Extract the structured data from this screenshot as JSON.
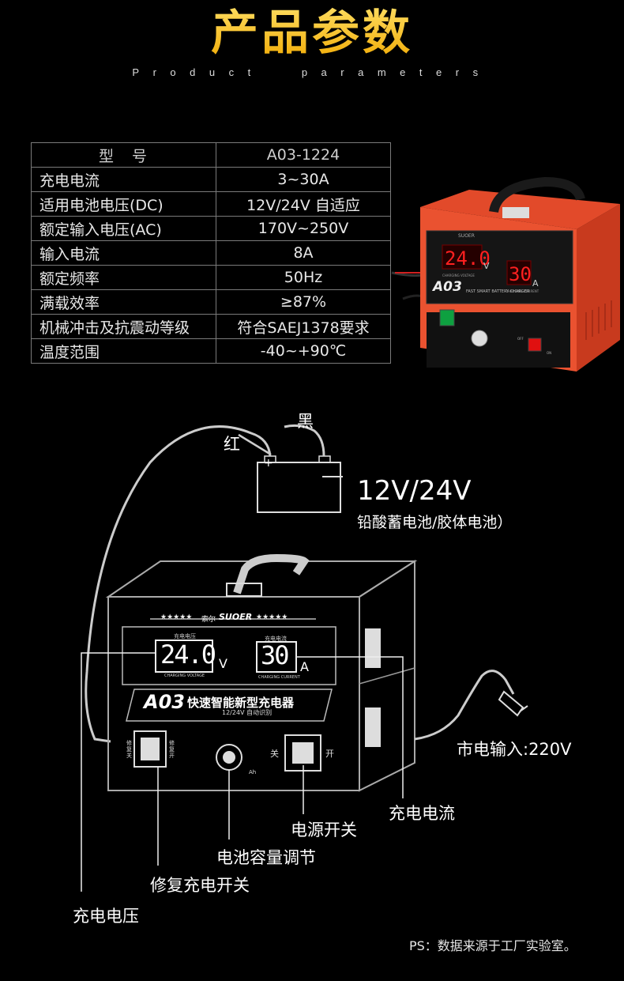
{
  "header": {
    "title": "产品参数",
    "subtitle": "Product parameters"
  },
  "specs_table": {
    "rows": [
      {
        "label": "型　号",
        "value": "A03-1224"
      },
      {
        "label": "充电电流",
        "value": "3~30A"
      },
      {
        "label": "适用电池电压(DC)",
        "value": "12V/24V 自适应"
      },
      {
        "label": "额定输入电压(AC)",
        "value": "170V~250V"
      },
      {
        "label": "输入电流",
        "value": "8A"
      },
      {
        "label": "额定频率",
        "value": "50Hz"
      },
      {
        "label": "满载效率",
        "value": "≥87%"
      },
      {
        "label": "机械冲击及抗震动等级",
        "value": "符合SAEJ1378要求"
      },
      {
        "label": "温度范围",
        "value": "-40~+90℃"
      }
    ]
  },
  "product_photo": {
    "brand": "SUOER",
    "model": "A03",
    "voltage_display": "24.0",
    "voltage_unit": "V",
    "current_display": "30",
    "current_unit": "A",
    "panel_caption": "FAST SMART BATTERY CHARGER",
    "voltage_caption": "CHARGING VOLTAGE",
    "current_caption": "CHARGING CURRENT",
    "off_label": "OFF",
    "on_label": "ON",
    "accent_color": "#e8462a"
  },
  "diagram": {
    "wire_red_label": "红",
    "wire_black_label": "黑",
    "battery_plus": "+",
    "battery_voltage": "12V/24V",
    "battery_type": "铅酸蓄电池/胶体电池）",
    "brand_cn": "索尔",
    "brand": "SUOER",
    "stars": "★★★★★",
    "voltage_caption_cn": "充电电压",
    "current_caption_cn": "充电电流",
    "voltage_display": "24.0",
    "voltage_unit": "V",
    "current_display": "30",
    "current_unit": "A",
    "voltage_caption": "CHARGING VOLTAGE",
    "current_caption": "CHARGING CURRENT",
    "model": "A03",
    "product_name": "快速智能新型充电器",
    "product_sub": "12/24V 自动识别",
    "repair_switch_top": "修复关",
    "repair_switch_side": "修复开",
    "power_off": "关",
    "power_on": "开",
    "knob_unit": "Ah",
    "callout_mains": "市电输入:220V",
    "callout_current": "充电电流",
    "callout_power": "电源开关",
    "callout_capacity": "电池容量调节",
    "callout_repair": "修复充电开关",
    "callout_voltage": "充电电压"
  },
  "footer": {
    "note": "PS：数据来源于工厂实验室。"
  }
}
